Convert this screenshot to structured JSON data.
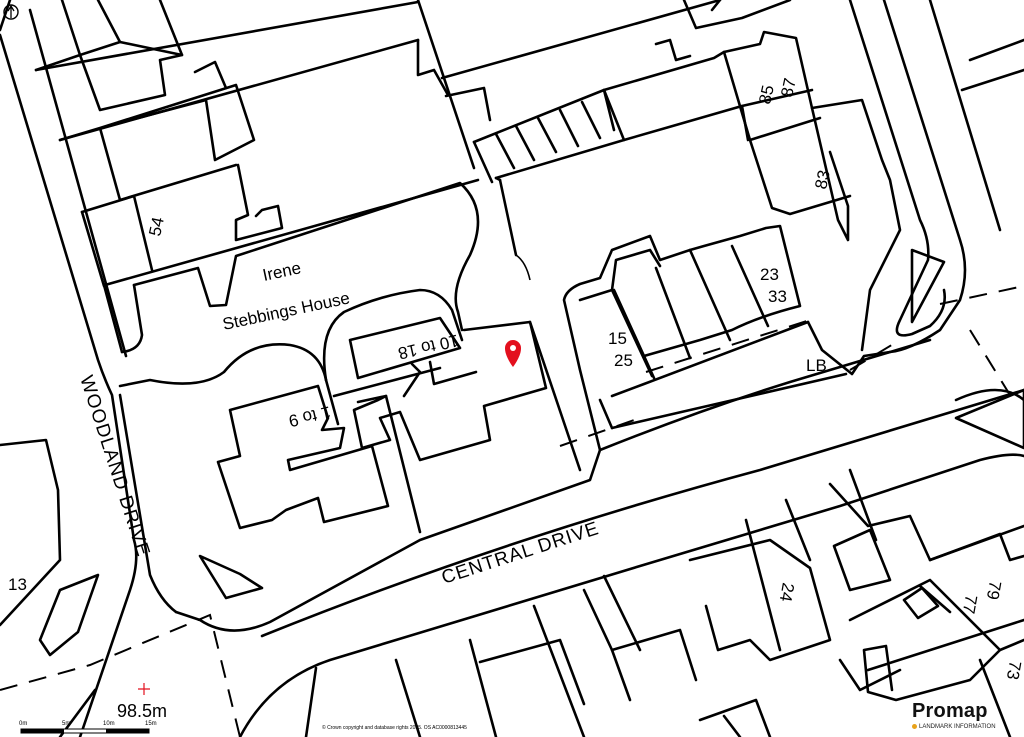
{
  "map": {
    "building_name": [
      "Irene",
      "Stebbings House"
    ],
    "road_names": {
      "central": "CENTRAL DRIVE",
      "woodland": "WOODLAND DRIVE"
    },
    "house_numbers": [
      "54",
      "85",
      "87",
      "83",
      "23",
      "33",
      "15",
      "25",
      "1 to 9",
      "10 to 18",
      "13",
      "24",
      "77",
      "79",
      "73"
    ],
    "lb_label": "LB",
    "level": "98.5m",
    "scale_labels": [
      "0m",
      "5m",
      "10m",
      "15m"
    ],
    "copyright": "© Crown copyright and database rights 2025. OS AC0000813445",
    "logo": {
      "name": "Promap",
      "sub": "LANDMARK INFORMATION"
    },
    "colors": {
      "pin": "#e3101e",
      "line": "#000000",
      "background": "#ffffff",
      "logo_dot": "#e8a21a"
    },
    "icons": [
      "location-pin-icon",
      "north-arrow-icon",
      "benchmark-cross-icon"
    ]
  }
}
